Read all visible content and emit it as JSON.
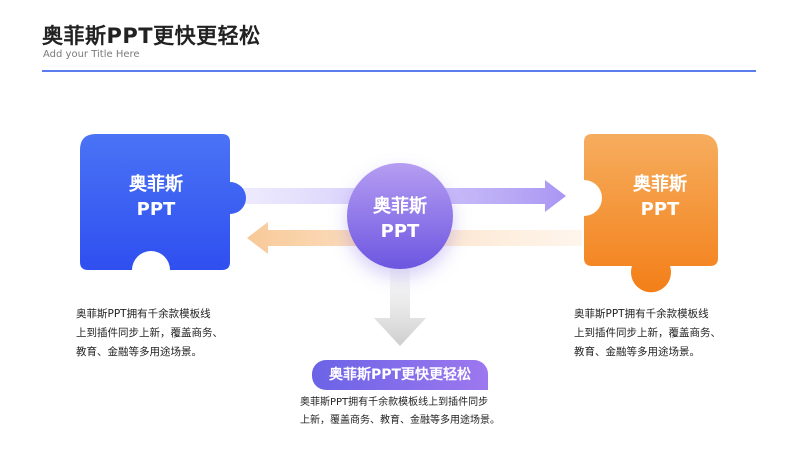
{
  "header": {
    "title": "奥菲斯PPT更快更轻松",
    "subtitle": "Add your Title Here"
  },
  "colors": {
    "accent_line": "#5a7cf0",
    "left_piece": "#3a5cf2",
    "right_piece": "#f58a22",
    "center_circle": "#8a6ce8",
    "tag": "#7b6aea"
  },
  "left_piece": {
    "line1": "奥菲斯",
    "line2": "PPT",
    "desc": [
      "奥菲斯PPT拥有千余款模板线",
      "上到插件同步上新，覆盖商务、",
      "教育、金融等多用途场景。"
    ]
  },
  "center_circle": {
    "line1": "奥菲斯",
    "line2": "PPT"
  },
  "right_piece": {
    "line1": "奥菲斯",
    "line2": "PPT",
    "desc": [
      "奥菲斯PPT拥有千余款模板线",
      "上到插件同步上新，覆盖商务、",
      "教育、金融等多用途场景。"
    ]
  },
  "bottom": {
    "tag": "奥菲斯PPT更快更轻松",
    "desc": [
      "奥菲斯PPT拥有千余款模板线上到插件同步",
      "上新，覆盖商务、教育、金融等多用途场景。"
    ]
  }
}
